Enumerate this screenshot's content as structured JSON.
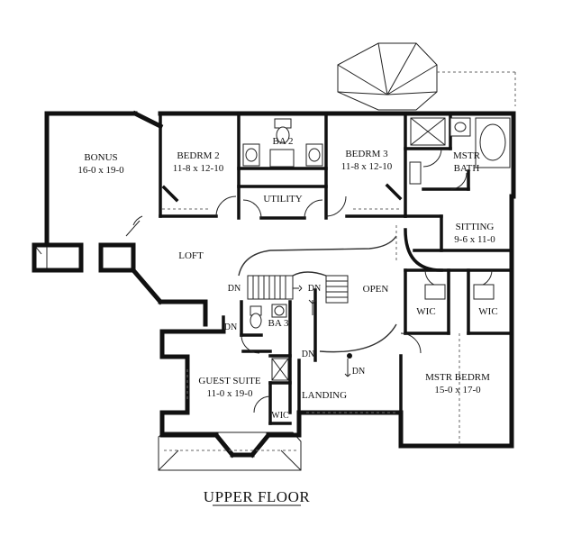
{
  "title": "UPPER FLOOR",
  "rooms": {
    "bonus": {
      "name": "BONUS",
      "size": "16-0 x 19-0"
    },
    "bedrm2": {
      "name": "BEDRM 2",
      "size": "11-8 x 12-10"
    },
    "ba2": {
      "name": "BA 2"
    },
    "utility": {
      "name": "UTILITY"
    },
    "bedrm3": {
      "name": "BEDRM 3",
      "size": "11-8 x 12-10"
    },
    "mstr_bath": {
      "name_line1": "MSTR",
      "name_line2": "BATH"
    },
    "sitting": {
      "name": "SITTING",
      "size": "9-6 x 11-0"
    },
    "loft": {
      "name": "LOFT"
    },
    "open": {
      "name": "OPEN"
    },
    "wic1": {
      "name": "WIC"
    },
    "wic2": {
      "name": "WIC"
    },
    "ba3": {
      "name": "BA 3"
    },
    "guest_suite": {
      "name": "GUEST SUITE",
      "size": "11-0 x 19-0"
    },
    "wic3": {
      "name": "WIC"
    },
    "landing": {
      "name": "LANDING"
    },
    "mstr_bedrm": {
      "name": "MSTR BEDRM",
      "size": "15-0 x 17-0"
    }
  },
  "stair_labels": {
    "dn1": "DN",
    "dn2": "DN",
    "dn3": "DN",
    "dn4": "DN",
    "dn5": "DN"
  }
}
